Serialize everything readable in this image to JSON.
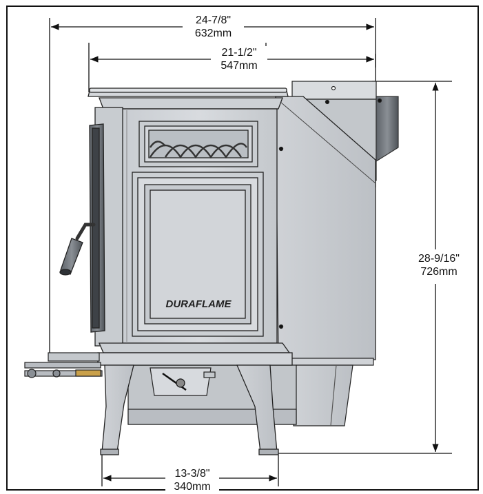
{
  "dimensions": {
    "overall_width": {
      "imperial": "24-7/8\"",
      "metric": "632mm"
    },
    "body_width": {
      "imperial": "21-1/2\"",
      "metric": "547mm"
    },
    "height": {
      "imperial": "28-9/16\"",
      "metric": "726mm"
    },
    "leg_spacing": {
      "imperial": "13-3/8\"",
      "metric": "340mm"
    }
  },
  "brand_text": "DURAFLAME"
}
